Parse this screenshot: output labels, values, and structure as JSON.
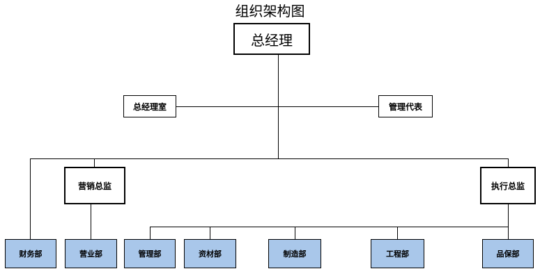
{
  "diagram": {
    "title": "组织架构图",
    "general_manager": "总经理",
    "gm_office": "总经理室",
    "management_rep": "管理代表",
    "sales_director": "营销总监",
    "exec_director": "执行总监",
    "departments": [
      "财务部",
      "营业部",
      "管理部",
      "资材部",
      "制造部",
      "工程部",
      "品保部"
    ]
  },
  "colors": {
    "department_fill": "#a9c7ea",
    "line": "#000000",
    "background": "#ffffff"
  }
}
